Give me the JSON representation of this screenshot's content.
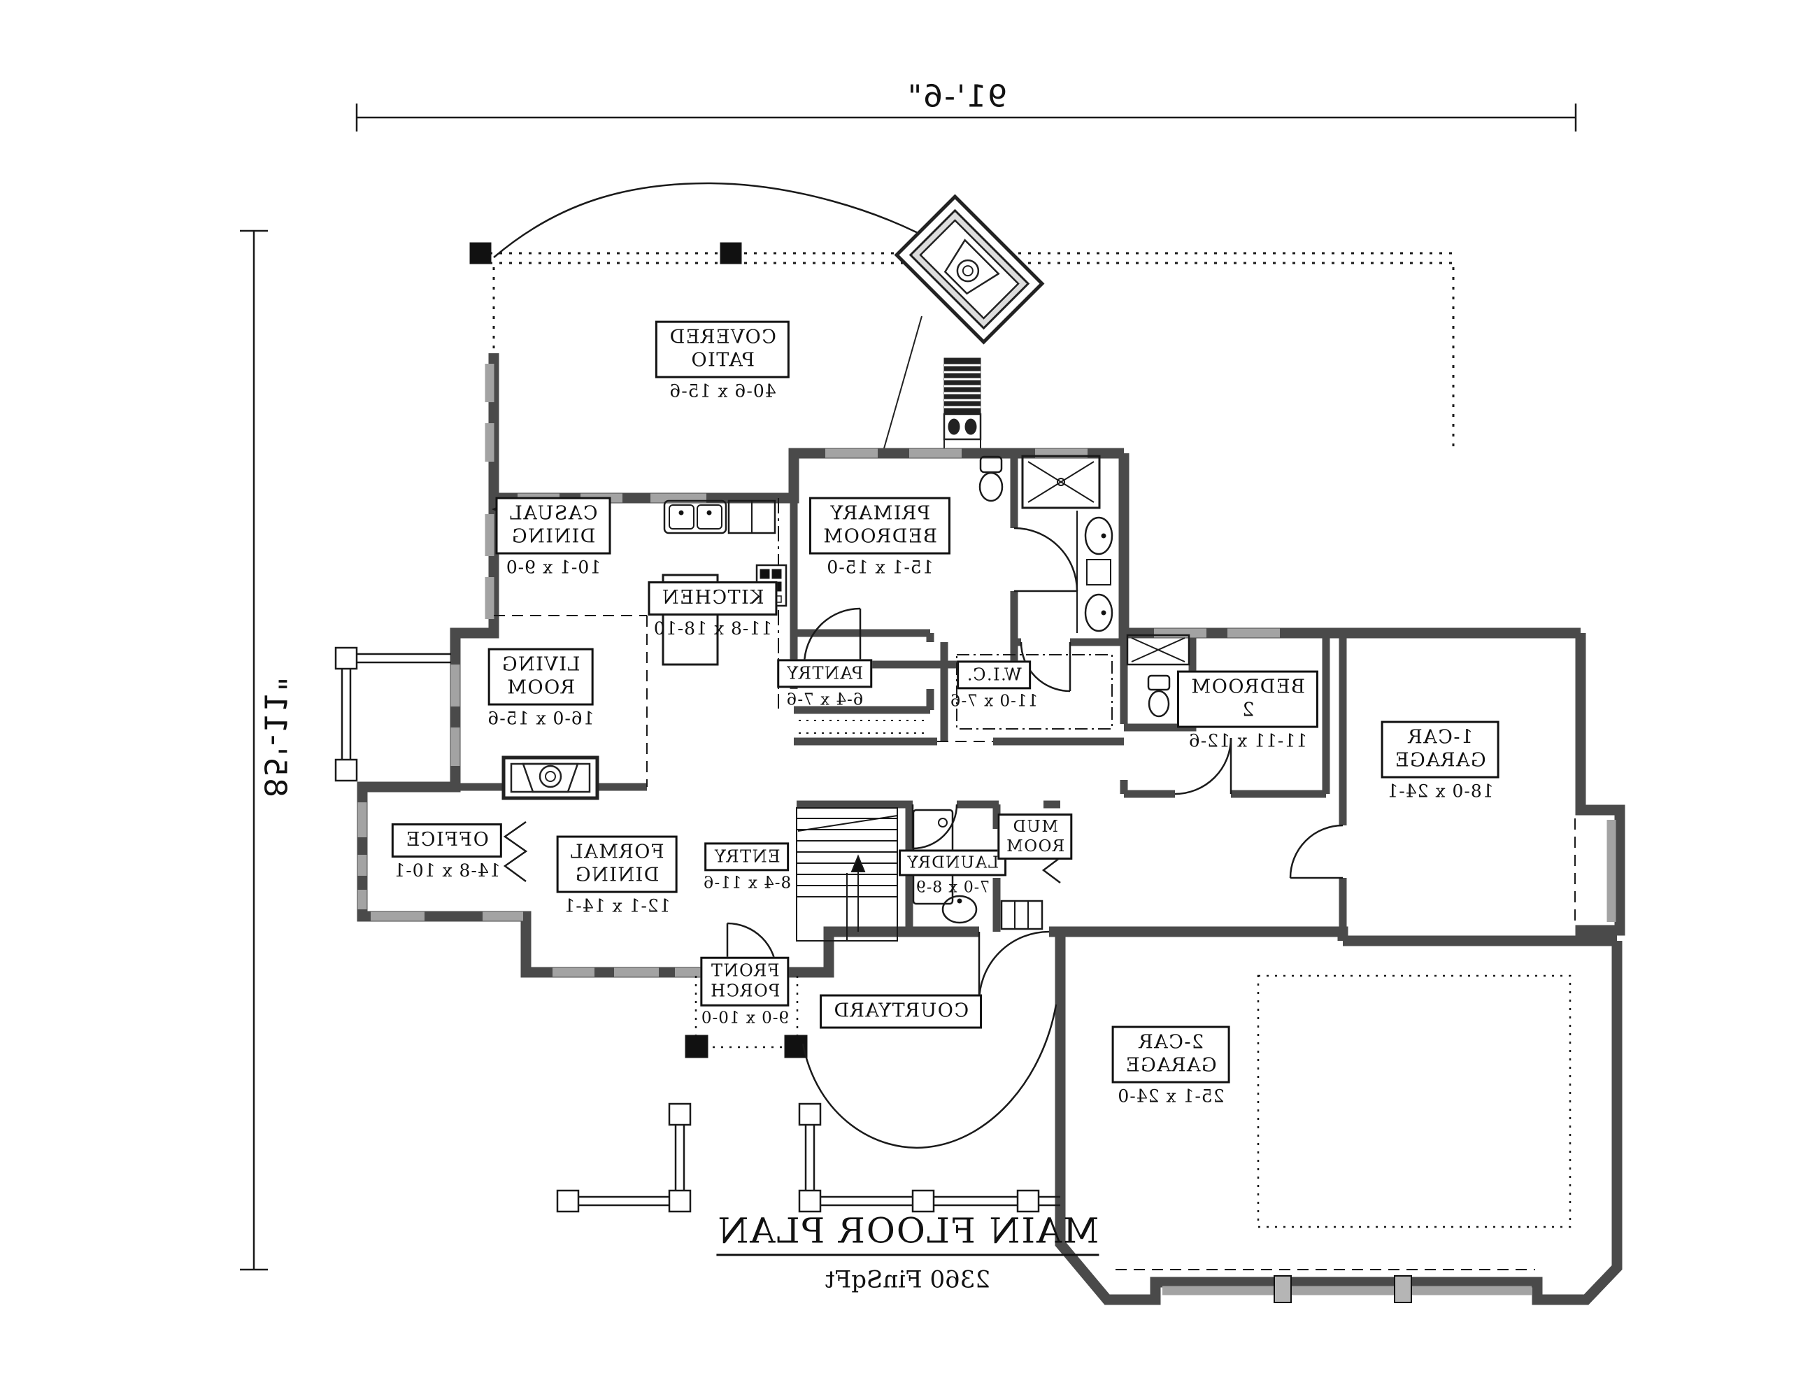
{
  "plan": {
    "title": "MAIN FLOOR PLAN",
    "subtitle": "2360 FinSqFt",
    "dimensions": {
      "overall_width": "91'-6\"",
      "overall_height": "85'-11\""
    },
    "rooms": {
      "covered_patio": {
        "name": "COVERED\nPATIO",
        "dims": "40-6 x 15-6"
      },
      "casual_dining": {
        "name": "CASUAL\nDINING",
        "dims": "10-1 x 9-0"
      },
      "kitchen": {
        "name": "KITCHEN",
        "dims": "11-8 x 18-10"
      },
      "primary_bedroom": {
        "name": "PRIMARY\nBEDROOM",
        "dims": "15-1 x 15-0"
      },
      "living_room": {
        "name": "LIVING\nROOM",
        "dims": "16-0 x 15-6"
      },
      "pantry": {
        "name": "PANTRY",
        "dims": "6-4 x 7-6"
      },
      "wic": {
        "name": "W.I.C.",
        "dims": "11-0 x 7-6"
      },
      "bedroom_2": {
        "name": "BEDROOM\n2",
        "dims": "11-11 x 12-6"
      },
      "one_car_garage": {
        "name": "1-CAR\nGARAGE",
        "dims": "18-0 x 24-1"
      },
      "office": {
        "name": "OFFICE",
        "dims": "14-8 x 10-1"
      },
      "formal_dining": {
        "name": "FORMAL\nDINING",
        "dims": "12-1 x 14-1"
      },
      "entry": {
        "name": "ENTRY",
        "dims": "8-4 x 11-6"
      },
      "laundry": {
        "name": "LAUNDRY",
        "dims": "7-0 x 8-9"
      },
      "mud_room": {
        "name": "MUD\nROOM",
        "dims": ""
      },
      "front_porch": {
        "name": "FRONT\nPORCH",
        "dims": "9-0 x 10-0"
      },
      "courtyard": {
        "name": "COURTYARD",
        "dims": ""
      },
      "two_car_garage": {
        "name": "2-CAR\nGARAGE",
        "dims": "25-1 x 24-0"
      }
    }
  }
}
